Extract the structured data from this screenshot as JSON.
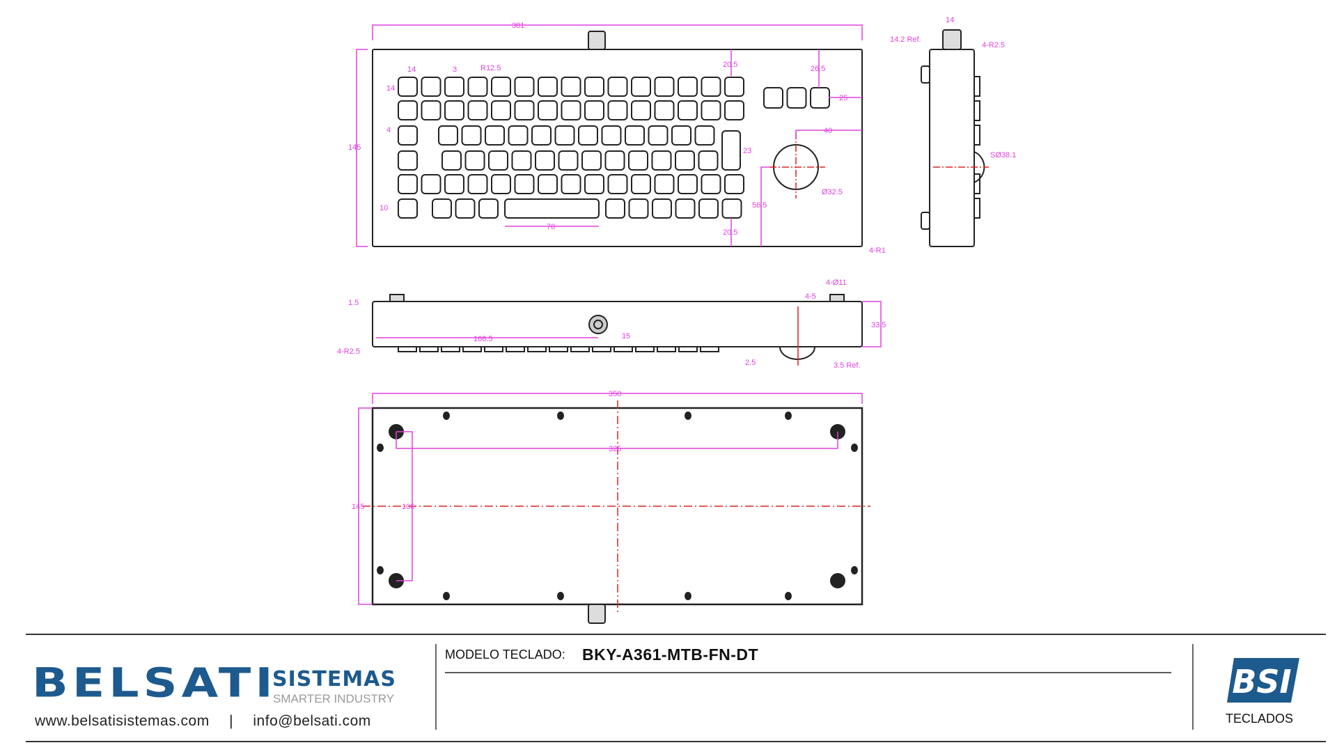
{
  "drawing": {
    "top_view_dims": [
      "381",
      "145",
      "14",
      "3",
      "R12.5",
      "14",
      "4",
      "10",
      "70",
      "20.5",
      "20.5",
      "26.5",
      "25",
      "40",
      "23",
      "Ø32.5",
      "56.5",
      "4-R1"
    ],
    "right_view_dims": [
      "14",
      "14.2  Ref.",
      "4-R2.5",
      "SØ38.1"
    ],
    "front_view_dims": [
      "1.5",
      "4-R2.5",
      "168.5",
      "15",
      "4-Ø11",
      "4-5",
      "33.5",
      "2.5",
      "3.5  Ref."
    ],
    "bottom_view_dims": [
      "350",
      "325",
      "145",
      "106"
    ]
  },
  "footer": {
    "brand": "BELSATI",
    "brand_sub": "SISTEMAS",
    "tagline": "SMARTER INDUSTRY",
    "website": "www.belsatisistemas.com",
    "separator": "|",
    "email": "info@belsati.com",
    "model_label": "MODELO TECLADO:",
    "model_value": "BKY-A361-MTB-FN-DT",
    "logo_text": "BSI",
    "category": "TECLADOS"
  },
  "colors": {
    "dimension": "#e040e0",
    "centerline": "#e02020",
    "brand": "#1d5a8e"
  }
}
